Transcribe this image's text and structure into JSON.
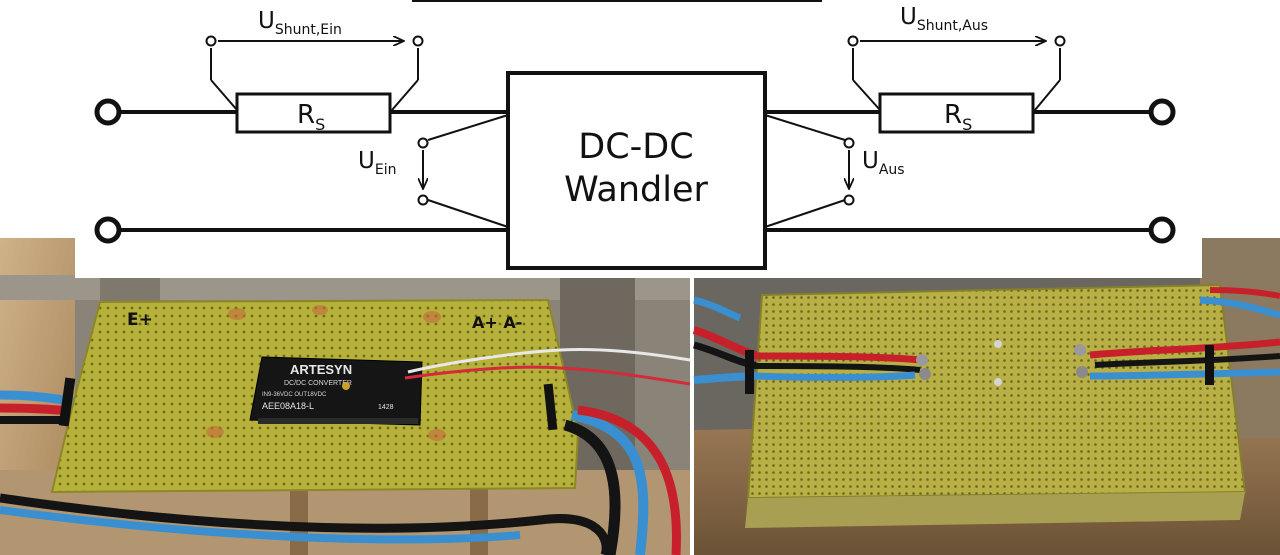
{
  "diagram": {
    "block_line1": "DC-DC",
    "block_line2": "Wandler",
    "resistor_in": {
      "main": "R",
      "sub": "S"
    },
    "resistor_out": {
      "main": "R",
      "sub": "S"
    },
    "u_shunt_in": {
      "main": "U",
      "sub": "Shunt,Ein"
    },
    "u_shunt_out": {
      "main": "U",
      "sub": "Shunt,Aus"
    },
    "u_in": {
      "main": "U",
      "sub": "Ein"
    },
    "u_out": {
      "main": "U",
      "sub": "Aus"
    }
  },
  "photos": {
    "module_brand": "ARTESYN",
    "module_line1": "DC/DC CONVERTER",
    "module_line2": "IN9-36VDC OUT18VDC",
    "module_part": "AEE08A18-L",
    "module_code": "1428",
    "board_marks": "E+",
    "board_marks_2": "A+ A-"
  },
  "colors": {
    "wire_red": "#c8202a",
    "wire_blue": "#3a8fd0",
    "wire_black": "#141414",
    "perfboard": "#b9b43a",
    "wood": "#c9a678"
  }
}
